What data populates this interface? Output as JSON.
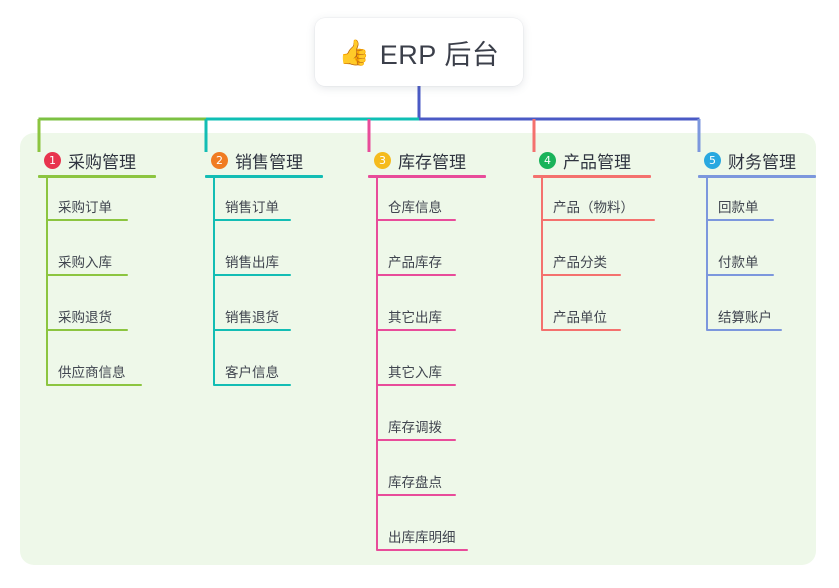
{
  "diagram": {
    "type": "mind-map",
    "root": {
      "icon": "thumbs-up-icon",
      "emoji": "👍",
      "title": "ERP 后台"
    },
    "palette": {
      "panel_bg": "#eef8e9",
      "root_stem": "#4a5ac5",
      "bus_green": "#7cc143",
      "bus_teal": "#0fbfb4",
      "bus_blue": "#4a5ac5",
      "text": "#2f3440"
    },
    "branches": [
      {
        "number": "1",
        "title": "采购管理",
        "badge_color": "#e8344e",
        "line_color": "#8cc540",
        "rule_width": 118,
        "leaves": [
          {
            "label": "采购订单",
            "rule_width": 82
          },
          {
            "label": "采购入库",
            "rule_width": 82
          },
          {
            "label": "采购退货",
            "rule_width": 82
          },
          {
            "label": "供应商信息",
            "rule_width": 96
          }
        ]
      },
      {
        "number": "2",
        "title": "销售管理",
        "badge_color": "#f07c22",
        "line_color": "#13bdb4",
        "rule_width": 118,
        "leaves": [
          {
            "label": "销售订单",
            "rule_width": 78
          },
          {
            "label": "销售出库",
            "rule_width": 78
          },
          {
            "label": "销售退货",
            "rule_width": 78
          },
          {
            "label": "客户信息",
            "rule_width": 78
          }
        ]
      },
      {
        "number": "3",
        "title": "库存管理",
        "badge_color": "#f5bb1d",
        "line_color": "#e84c9a",
        "rule_width": 118,
        "leaves": [
          {
            "label": "仓库信息",
            "rule_width": 80
          },
          {
            "label": "产品库存",
            "rule_width": 80
          },
          {
            "label": "其它出库",
            "rule_width": 80
          },
          {
            "label": "其它入库",
            "rule_width": 80
          },
          {
            "label": "库存调拨",
            "rule_width": 80
          },
          {
            "label": "库存盘点",
            "rule_width": 80
          },
          {
            "label": "出库库明细",
            "rule_width": 92
          }
        ]
      },
      {
        "number": "4",
        "title": "产品管理",
        "badge_color": "#19b35a",
        "line_color": "#f4716e",
        "rule_width": 118,
        "leaves": [
          {
            "label": "产品（物料）",
            "rule_width": 114
          },
          {
            "label": "产品分类",
            "rule_width": 80
          },
          {
            "label": "产品单位",
            "rule_width": 80
          }
        ]
      },
      {
        "number": "5",
        "title": "财务管理",
        "badge_color": "#29a8e0",
        "line_color": "#7c97dd",
        "rule_width": 118,
        "leaves": [
          {
            "label": "回款单",
            "rule_width": 68
          },
          {
            "label": "付款单",
            "rule_width": 68
          },
          {
            "label": "结算账户",
            "rule_width": 76
          }
        ]
      }
    ]
  }
}
